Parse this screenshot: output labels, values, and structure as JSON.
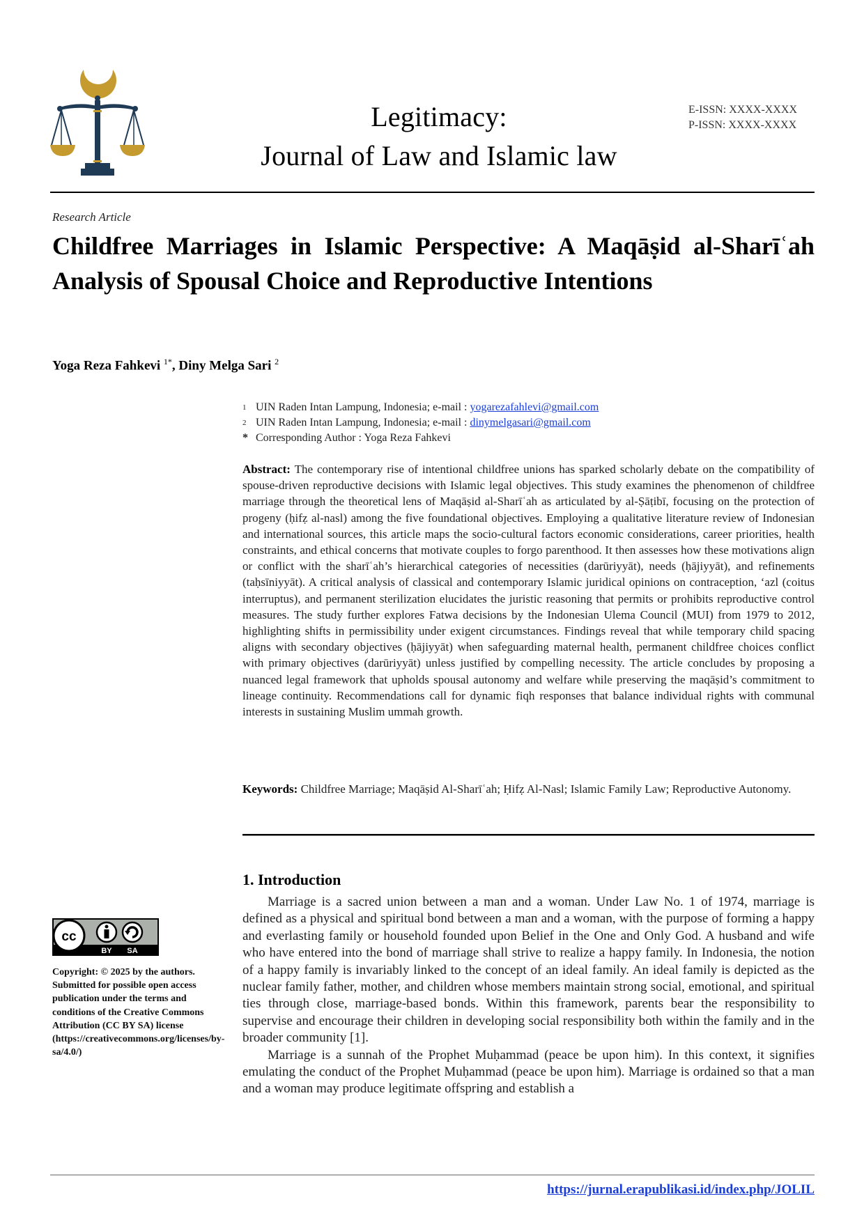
{
  "header": {
    "journal_name_line1": "Legitimacy:",
    "journal_name_line2": "Journal of Law and Islamic law",
    "e_issn": "E-ISSN: XXXX-XXXX",
    "p_issn": "P-ISSN: XXXX-XXXX",
    "logo_icon": "scales-of-justice-crescent-icon",
    "colors": {
      "logo_gold": "#c59a2e",
      "logo_navy": "#1f3a54"
    }
  },
  "article": {
    "type": "Research Article",
    "title": "Childfree Marriages in Islamic Perspective: A Maqāṣid al-Sharīʿah Analysis of Spousal Choice and Reproductive Intentions",
    "authors": [
      {
        "name": "Yoga Reza Fahkevi",
        "marks": "1*"
      },
      {
        "name": "Diny Melga Sari",
        "marks": "2"
      }
    ],
    "affiliations": [
      {
        "mark": "1",
        "text": "UIN Raden Intan Lampung, Indonesia; e-mail : ",
        "email": "yogarezafahlevi@gmail.com"
      },
      {
        "mark": "2",
        "text": "UIN Raden Intan Lampung, Indonesia; e-mail : ",
        "email": "dinymelgasari@gmail.com"
      },
      {
        "mark": "*",
        "text": "Corresponding Author : Yoga Reza Fahkevi"
      }
    ],
    "abstract_label": "Abstract:",
    "abstract": "The contemporary rise of intentional childfree unions has sparked scholarly debate on the compatibility of spouse-driven reproductive decisions with Islamic legal objectives. This study examines the phenomenon of childfree marriage through the theoretical lens of Maqāṣid al-Sharīʿah as articulated by al-Ṣāṭibī, focusing on the protection of progeny (ḥifẓ al-nasl) among the five foundational objectives. Employing a qualitative literature review of Indonesian and international sources, this article maps the socio-cultural factors economic considerations, career priorities, health constraints, and ethical concerns that motivate couples to forgo parenthood. It then assesses how these motivations align or conflict with the sharīʿah’s hierarchical categories of necessities (darūriyyāt), needs (ḥājiyyāt), and refinements (taḥsīniyyāt). A critical analysis of classical and contemporary Islamic juridical opinions on contraception, ‘azl (coitus interruptus), and permanent sterilization elucidates the juristic reasoning that permits or prohibits reproductive control measures. The study further explores Fatwa decisions by the Indonesian Ulema Council (MUI) from 1979 to 2012, highlighting shifts in permissibility under exigent circumstances. Findings reveal that while temporary child spacing aligns with secondary objectives (ḥājiyyāt) when safeguarding maternal health, permanent childfree choices conflict with primary objectives (darūriyyāt) unless justified by compelling necessity. The article concludes by proposing a nuanced legal framework that upholds spousal autonomy and welfare while preserving the maqāṣid’s commitment to lineage continuity. Recommendations call for dynamic fiqh responses that balance individual rights with communal interests in sustaining Muslim ummah growth.",
    "keywords_label": "Keywords:",
    "keywords": "Childfree Marriage; Maqāṣid Al-Sharīʿah; Ḥifẓ Al-Nasl; Islamic Family Law; Reproductive Autonomy."
  },
  "license": {
    "badge_labels": {
      "cc": "cc",
      "by": "BY",
      "sa": "SA"
    },
    "copyright_text": "Copyright: © 2025 by the authors. Submitted for possible open access publication under the terms and conditions of the Creative Commons Attribution (CC BY SA) license (https://creativecommons.org/licenses/by-sa/4.0/)"
  },
  "introduction": {
    "heading": "1. Introduction",
    "paragraphs": [
      "Marriage is a sacred union between a man and a woman. Under Law No. 1 of 1974, marriage is defined as a physical and spiritual bond between a man and a woman, with the purpose of forming a happy and everlasting family or household founded upon Belief in the One and Only God. A husband and wife who have entered into the bond of marriage shall strive to realize a happy family. In Indonesia, the notion of a happy family is invariably linked to the concept of an ideal family. An ideal family is depicted as the nuclear family father, mother, and children whose members maintain strong social, emotional, and spiritual ties through close, marriage-based bonds. Within this framework, parents bear the responsibility to supervise and encourage their children in developing social responsibility both within the family and in the broader community [1].",
      "Marriage is a sunnah of the Prophet Muḥammad (peace be upon him). In this context, it signifies emulating the conduct of the Prophet Muḥammad (peace be upon him). Marriage is ordained so that a man and a woman may produce legitimate offspring and establish a"
    ]
  },
  "footer": {
    "url": "https://jurnal.erapublikasi.id/index.php/JOLIL",
    "link_color": "#1a3ed6"
  }
}
